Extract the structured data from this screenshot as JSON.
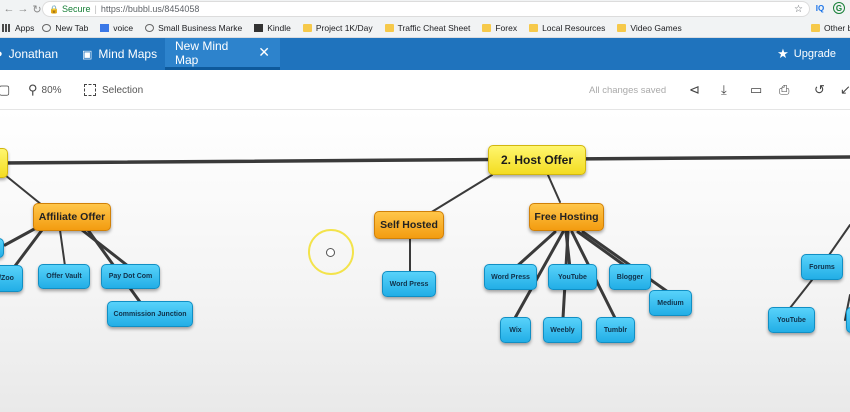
{
  "browser": {
    "secure_label": "Secure",
    "url": "https://bubbl.us/8454058",
    "ext_iq": "IQ",
    "ext_g": "G"
  },
  "bookmarks": {
    "apps": "Apps",
    "items": [
      "New Tab",
      "voice",
      "Small Business Marke",
      "Kindle",
      "Project 1K/Day",
      "Traffic Cheat Sheet",
      "Forex",
      "Local Resources",
      "Video Games"
    ],
    "other": "Other b"
  },
  "appbar": {
    "user": "Jonathan",
    "mindmaps": "Mind Maps",
    "active_tab": "New Mind Map",
    "upgrade": "Upgrade"
  },
  "toolbar": {
    "zoom": "80%",
    "selection": "Selection",
    "saved": "All changes saved"
  },
  "nodes": {
    "root_host": "2. Host  Offer",
    "affiliate": "Affiliate Offer",
    "self_hosted": "Self Hosted",
    "free_hosting": "Free Hosting",
    "left_partial": "/Zoo",
    "offer_vault": "Offer Vault",
    "pay_dot_com": "Pay Dot Com",
    "commission_junction": "Commission Junction",
    "wordpress_self": "Word Press",
    "wordpress_free": "Word Press",
    "youtube_free": "YouTube",
    "blogger": "Blogger",
    "medium": "Medium",
    "wix": "Wix",
    "weebly": "Weebly",
    "tumblr": "Tumblr",
    "forums": "Forums",
    "youtube_right": "YouTube"
  },
  "colors": {
    "appbar": "#1f73bd",
    "yellow_node": "#f3dc21",
    "orange_node": "#f39c10",
    "blue_node": "#22aee6"
  }
}
